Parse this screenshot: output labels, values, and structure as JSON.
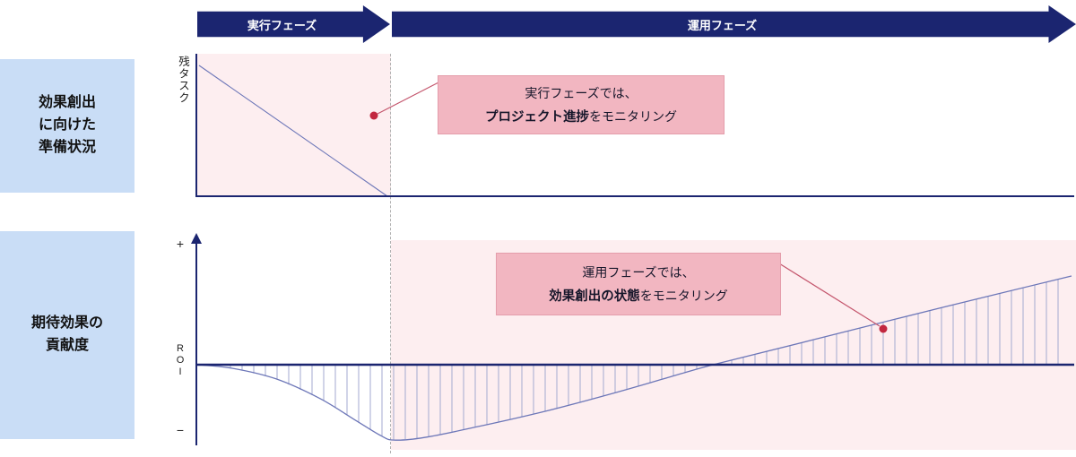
{
  "colors": {
    "navy": "#1b2570",
    "light_blue": "#c9ddf6",
    "pink_bg": "#fdeef0",
    "callout_bg": "#f2b6c1",
    "callout_border": "#e49dab",
    "red_dot": "#c22740",
    "connector": "#c4566d",
    "curve_blue": "#6d77b8",
    "hatch_blue": "#99a1cd",
    "dash_gray": "#b3b3b3"
  },
  "phases": [
    {
      "label": "実行フェーズ"
    },
    {
      "label": "運用フェーズ"
    }
  ],
  "row_labels": [
    {
      "label": "効果創出\nに向けた\n準備状況"
    },
    {
      "label": "期待効果の\n貢献度"
    }
  ],
  "top_chart": {
    "y_axis_label": "残タスク",
    "callout": {
      "line1": "実行フェーズでは、",
      "line2_bold": "プロジェクト進捗",
      "line2_rest": "をモニタリング"
    }
  },
  "bottom_chart": {
    "y_plus": "+",
    "y_axis_label": "R\nO\nI",
    "y_minus": "−",
    "callout": {
      "line1": "運用フェーズでは、",
      "line2_bold": "効果創出の状態",
      "line2_rest": "をモニタリング"
    }
  },
  "chart_data": [
    {
      "type": "line",
      "title": "効果創出に向けた準備状況",
      "ylabel": "残タスク",
      "x_span": "実行フェーズ",
      "description": "残タスクが実行フェーズの間に直線的に減少し、フェーズ終了時点でゼロに到達する",
      "points": [
        [
          0,
          1
        ],
        [
          1,
          0
        ]
      ]
    },
    {
      "type": "area",
      "title": "期待効果の貢献度",
      "ylabel": "ROI",
      "y_ticks": [
        "+",
        "ROI",
        "−"
      ],
      "hatch": "vertical",
      "description": "ROIは実行フェーズで低下し運用フェーズ開始付近で最小となり、その後上昇して運用フェーズ中盤でプラスに転じ増加を続ける",
      "points": [
        [
          0,
          0
        ],
        [
          0.04,
          -0.02
        ],
        [
          0.09,
          -0.08
        ],
        [
          0.14,
          -0.19
        ],
        [
          0.18,
          -0.31
        ],
        [
          0.21,
          -0.4
        ],
        [
          0.225,
          -0.425
        ],
        [
          0.26,
          -0.41
        ],
        [
          0.32,
          -0.35
        ],
        [
          0.4,
          -0.26
        ],
        [
          0.48,
          -0.155
        ],
        [
          0.54,
          -0.07
        ],
        [
          0.59,
          0
        ],
        [
          0.7,
          0.135
        ],
        [
          0.85,
          0.32
        ],
        [
          1.0,
          0.5
        ]
      ]
    }
  ]
}
